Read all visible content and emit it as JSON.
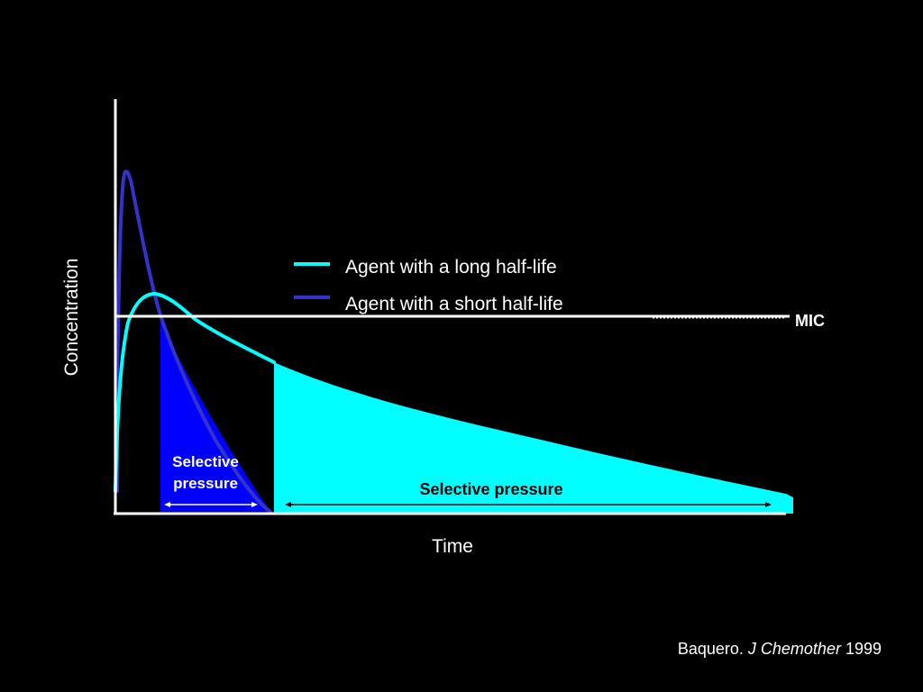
{
  "legend": {
    "items": [
      {
        "label": "Agent with a long half-life",
        "color": "#00ffff"
      },
      {
        "label": "Agent with a short half-life",
        "color": "#3333cc"
      }
    ]
  },
  "axes": {
    "ylabel": "Concentration",
    "xlabel": "Time"
  },
  "threshold": {
    "label": "MIC"
  },
  "regions": {
    "short_label_line1": "Selective",
    "short_label_line2": "pressure",
    "long_label": "Selective pressure"
  },
  "citation": {
    "author": "Baquero. ",
    "journal": "J Chemother",
    "year": " 1999"
  },
  "colors": {
    "long_half_life_curve": "#00ffff",
    "short_half_life_curve": "#3333cc",
    "short_pressure_fill": "#0000ff",
    "long_pressure_fill": "#00ffff",
    "axis": "#ffffff",
    "background": "#000000"
  }
}
